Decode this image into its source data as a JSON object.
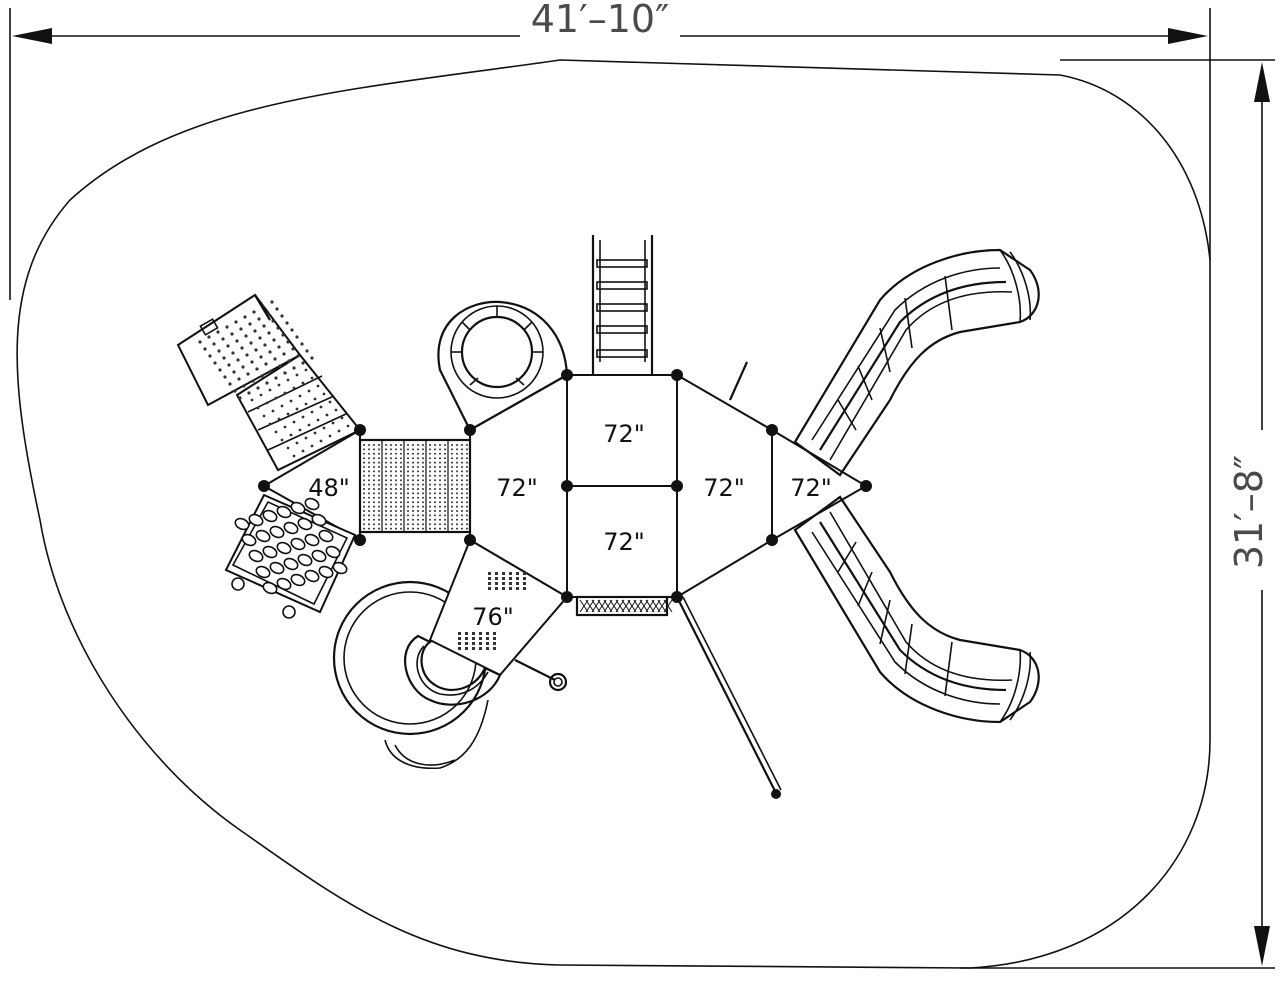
{
  "dimensions": {
    "width": "41′–10″",
    "height": "31′–8″"
  },
  "decks": {
    "left_triangle": "48\"",
    "left_hex": "72\"",
    "top_square": "72\"",
    "bottom_square": "72\"",
    "right_hex": "72\"",
    "right_triangle": "72\"",
    "slide_deck": "76\""
  },
  "colors": {
    "line": "#111111",
    "dimension_text": "#4a4a4a",
    "background": "#ffffff"
  }
}
